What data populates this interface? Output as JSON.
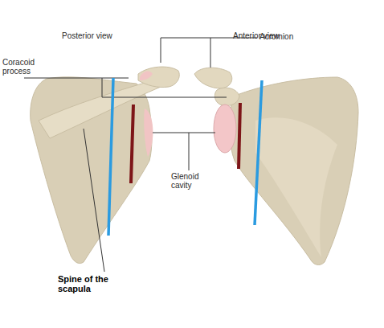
{
  "diagram": {
    "labels": [
      "Posterior view",
      "Anterior view",
      "Coracoid process",
      "Acromion",
      "Glenoid cavity",
      "Spine of the scapula"
    ]
  }
}
